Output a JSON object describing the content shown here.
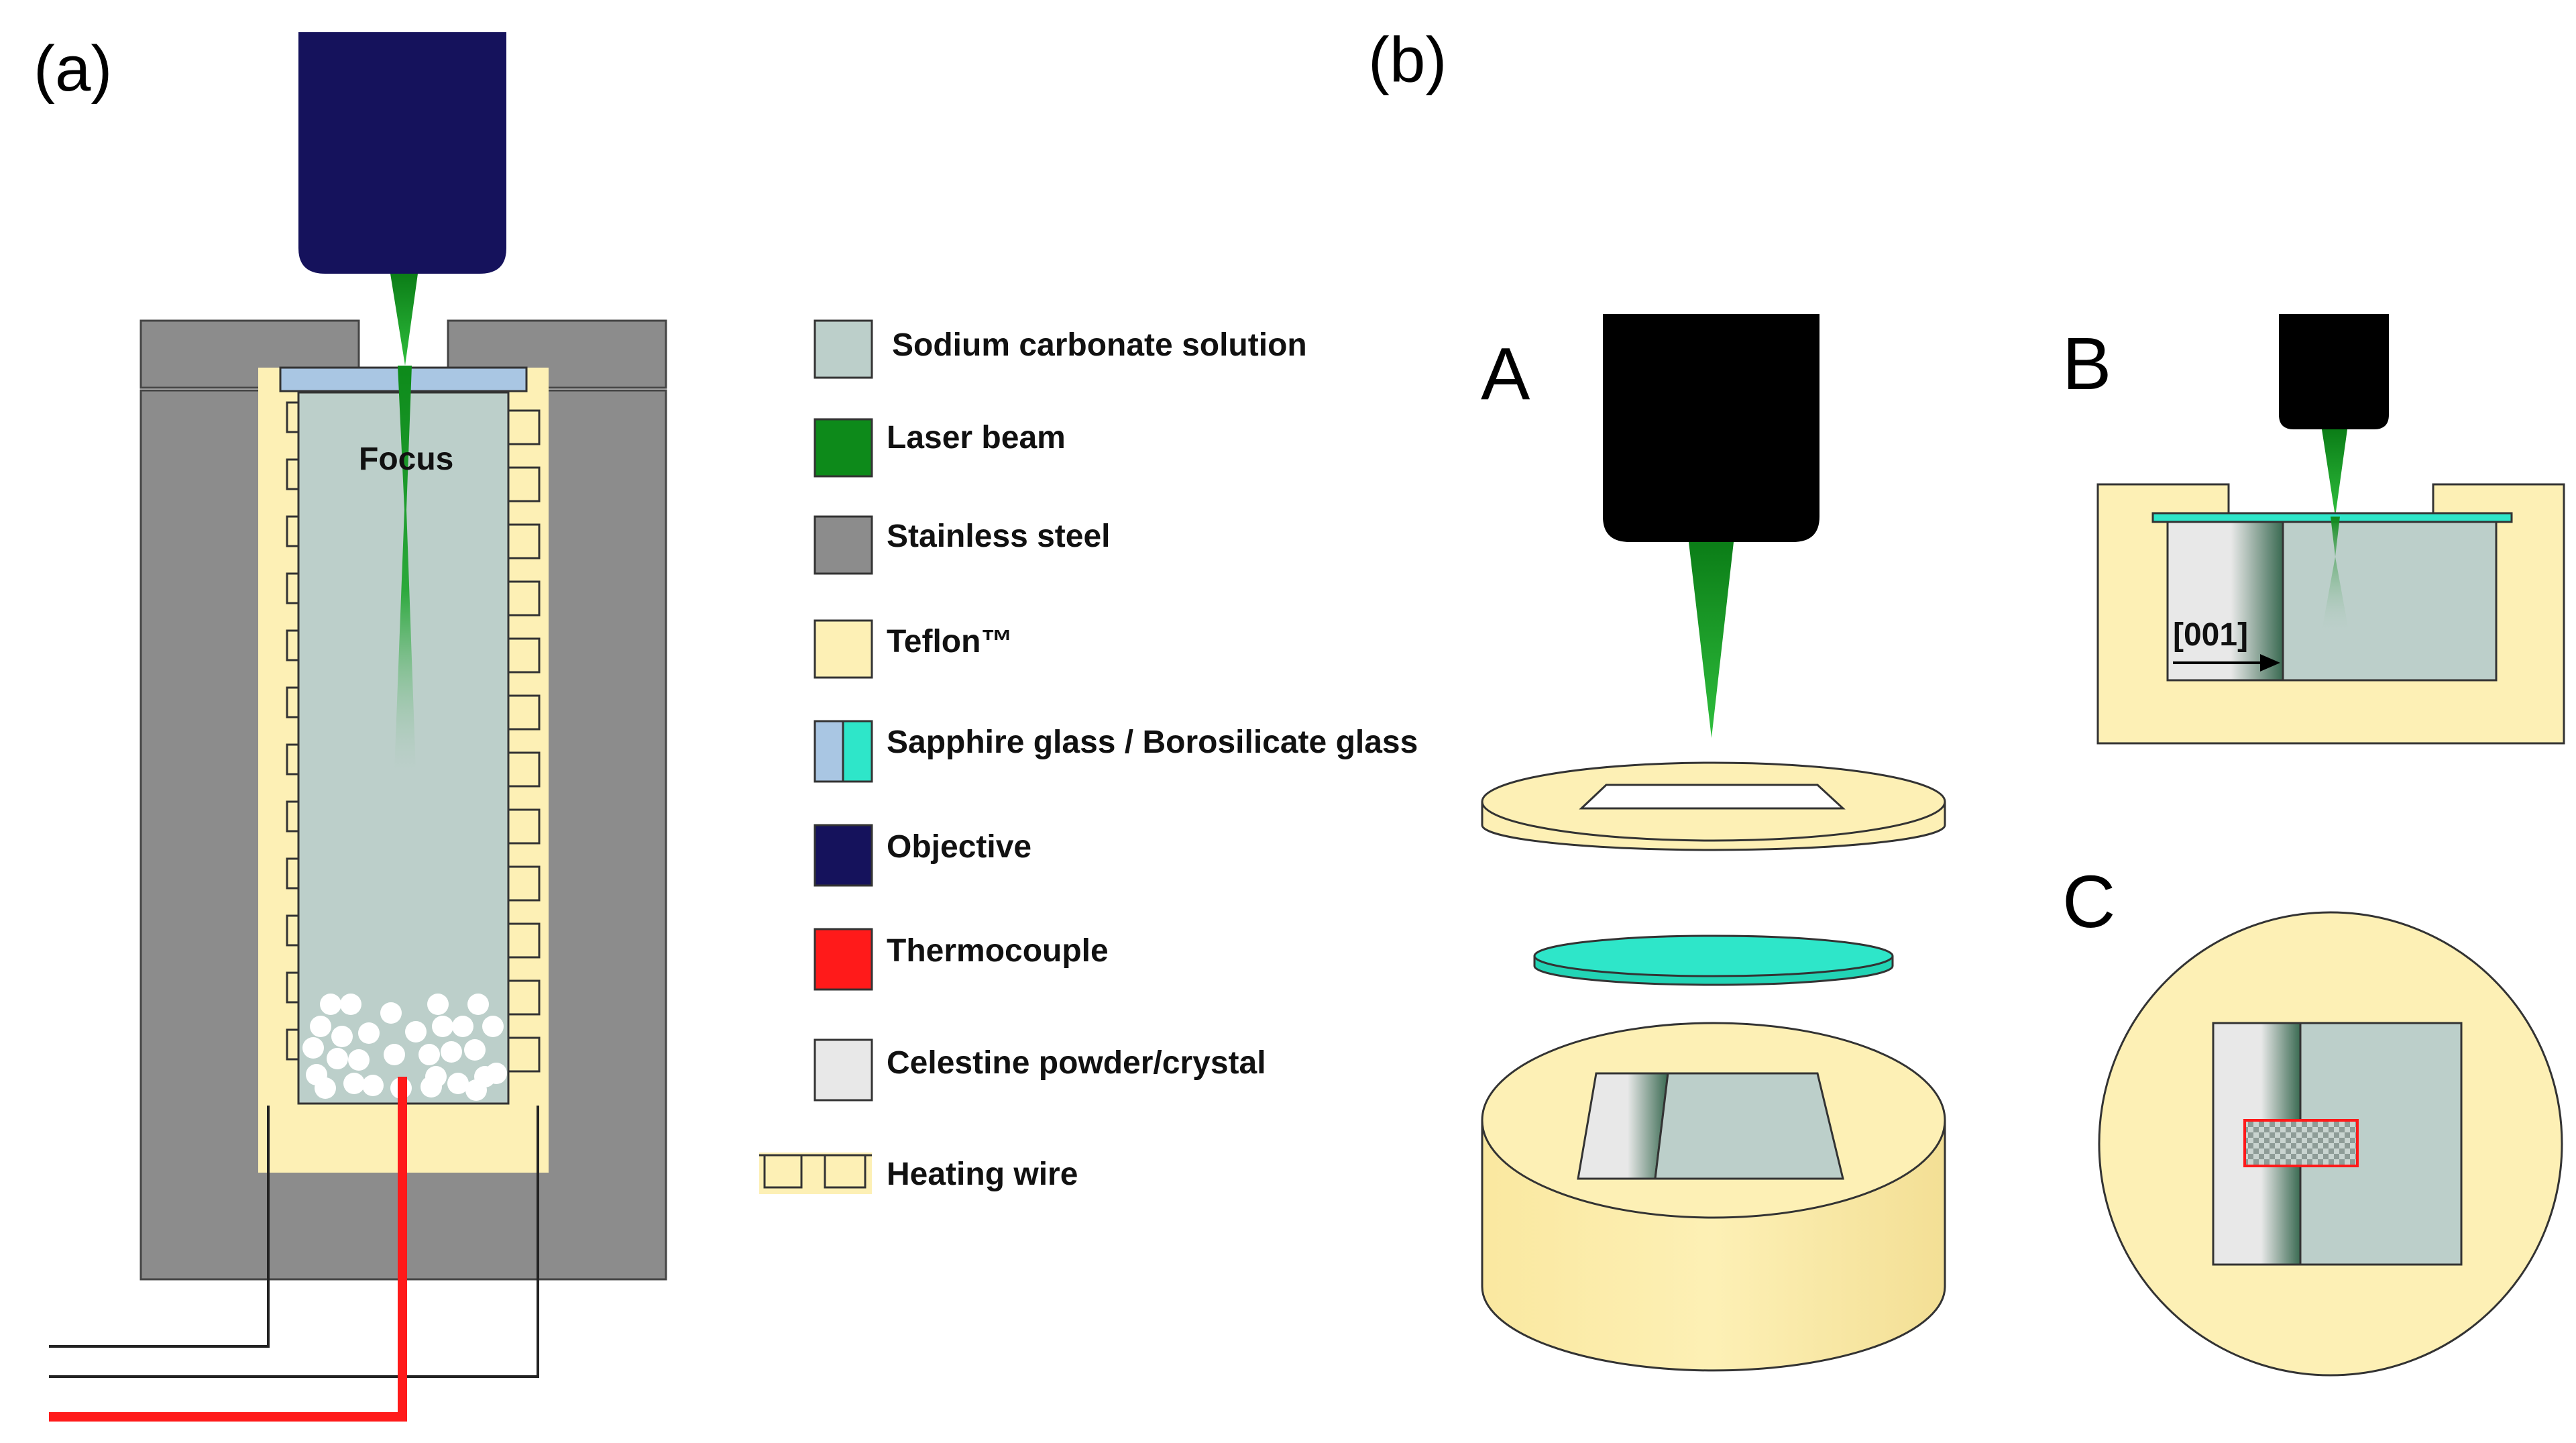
{
  "panels": {
    "a": {
      "label": "(a)"
    },
    "b": {
      "label": "(b)"
    }
  },
  "diagram_a": {
    "focus_label": "Focus"
  },
  "diagram_b": {
    "letters": {
      "A": "A",
      "B": "B",
      "C": "C"
    },
    "direction_label": "[001]"
  },
  "legend": {
    "items": [
      {
        "key": "sodium-carbonate",
        "label": "Sodium carbonate solution",
        "color": "#bccfca"
      },
      {
        "key": "laser-beam",
        "label": "Laser beam",
        "color": "#0d8a1a"
      },
      {
        "key": "stainless-steel",
        "label": "Stainless steel",
        "color": "#8c8c8c"
      },
      {
        "key": "teflon",
        "label": "Teflon™",
        "color": "#fdf0b5"
      },
      {
        "key": "sapphire-borosilicate",
        "label": "Sapphire glass / Borosilicate glass",
        "color": "#a9c6e3",
        "color2": "#2ee6c9"
      },
      {
        "key": "objective",
        "label": "Objective",
        "color": "#15125c"
      },
      {
        "key": "thermocouple",
        "label": "Thermocouple",
        "color": "#ff1a1a"
      },
      {
        "key": "celestine",
        "label": "Celestine powder/crystal",
        "color": "#e8e8e8"
      },
      {
        "key": "heating-wire",
        "label": "Heating wire",
        "color": "#fdf0b5"
      }
    ]
  }
}
